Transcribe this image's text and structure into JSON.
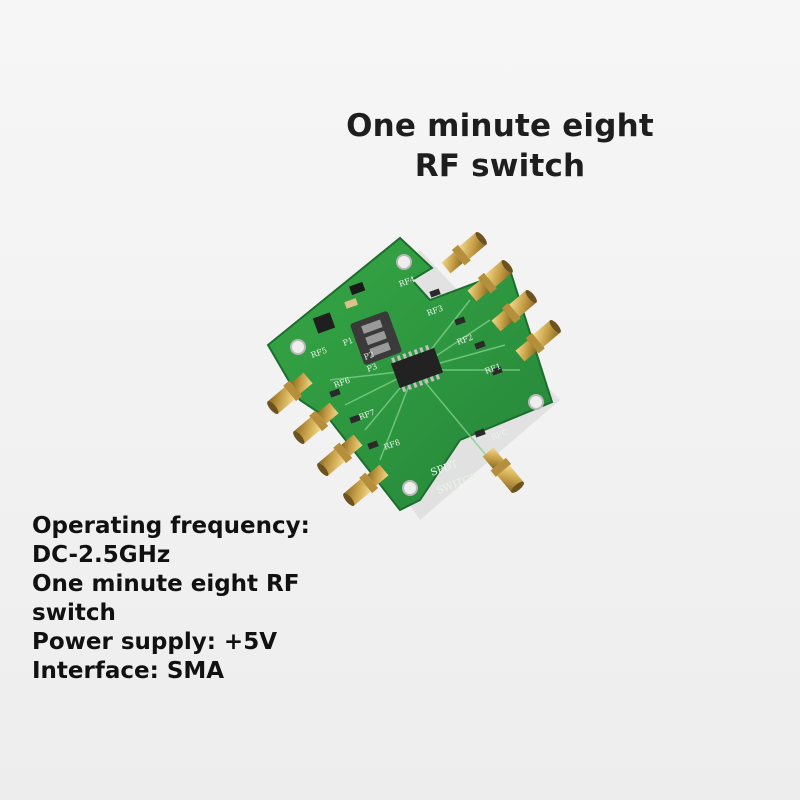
{
  "title": {
    "line1": "One minute eight",
    "line2": "RF switch"
  },
  "specs": {
    "line1": "Operating frequency:",
    "line2": "DC-2.5GHz",
    "line3": "One minute eight RF",
    "line4": "switch",
    "line5": "Power supply: +5V",
    "line6": "Interface: SMA"
  },
  "board_labels": {
    "spdt": "SPDT",
    "switch": "SWITCH",
    "rfc": "RFC",
    "p1": "P1",
    "p2": "P2",
    "p3": "P3",
    "rf1": "RF1",
    "rf2": "RF2",
    "rf3": "RF3",
    "rf4": "RF4",
    "rf5": "RF5",
    "rf6": "RF6",
    "rf7": "RF7",
    "rf8": "RF8"
  },
  "colors": {
    "pcb_green": "#2f9a3c",
    "connector_gold": "#c9a24a",
    "background": "#f3f3f3"
  }
}
